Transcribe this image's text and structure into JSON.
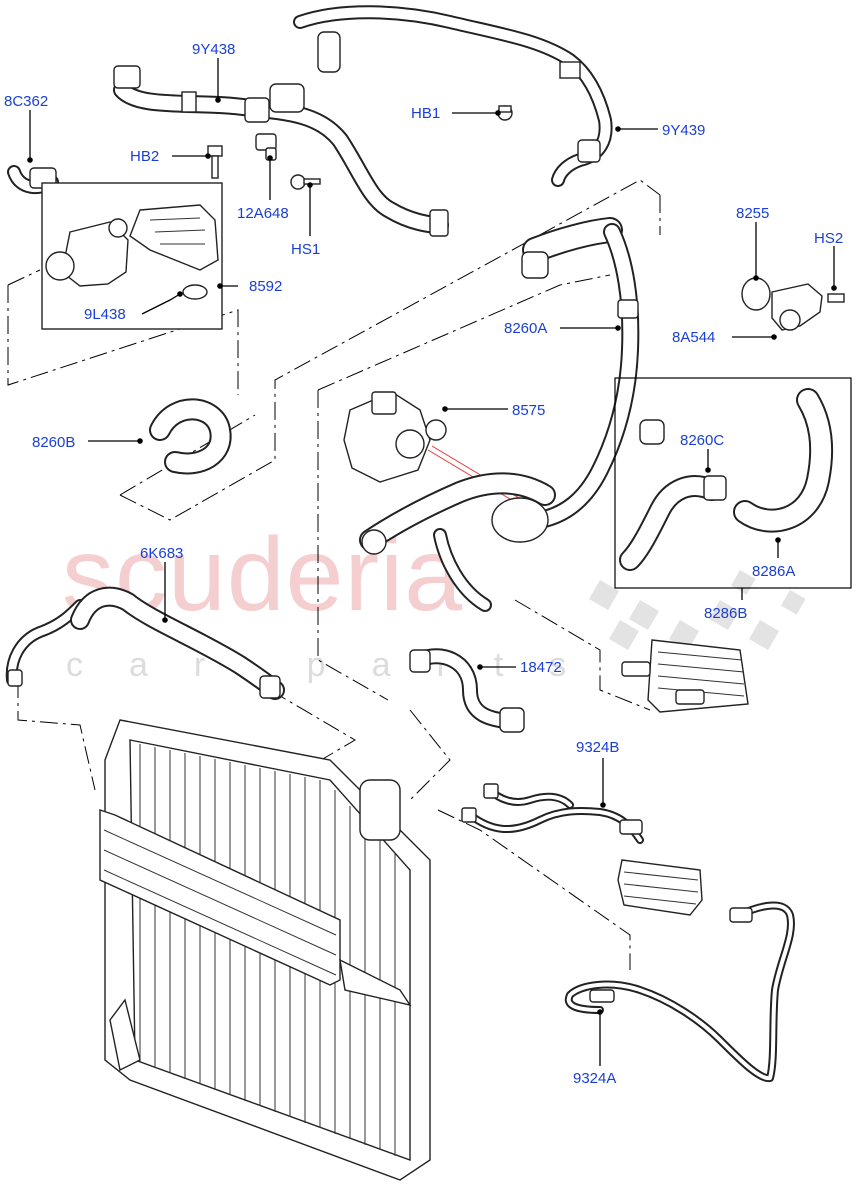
{
  "watermark": {
    "brand": "scuderia",
    "sub": "car parts"
  },
  "colors": {
    "label": "#1a3fd6",
    "line": "#000000",
    "watermark": "#f4c6c8"
  },
  "labels": {
    "p9Y438": "9Y438",
    "p8C362": "8C362",
    "pHB1": "HB1",
    "p9Y439": "9Y439",
    "pHB2": "HB2",
    "p12A648": "12A648",
    "pHS1": "HS1",
    "p8255": "8255",
    "pHS2": "HS2",
    "p8592": "8592",
    "p9L438": "9L438",
    "p8260A": "8260A",
    "p8A544": "8A544",
    "p8575": "8575",
    "p8260B": "8260B",
    "p8260C": "8260C",
    "p8286A": "8286A",
    "p8286B": "8286B",
    "p6K683": "6K683",
    "p18472": "18472",
    "p9324B": "9324B",
    "p9324A": "9324A"
  }
}
